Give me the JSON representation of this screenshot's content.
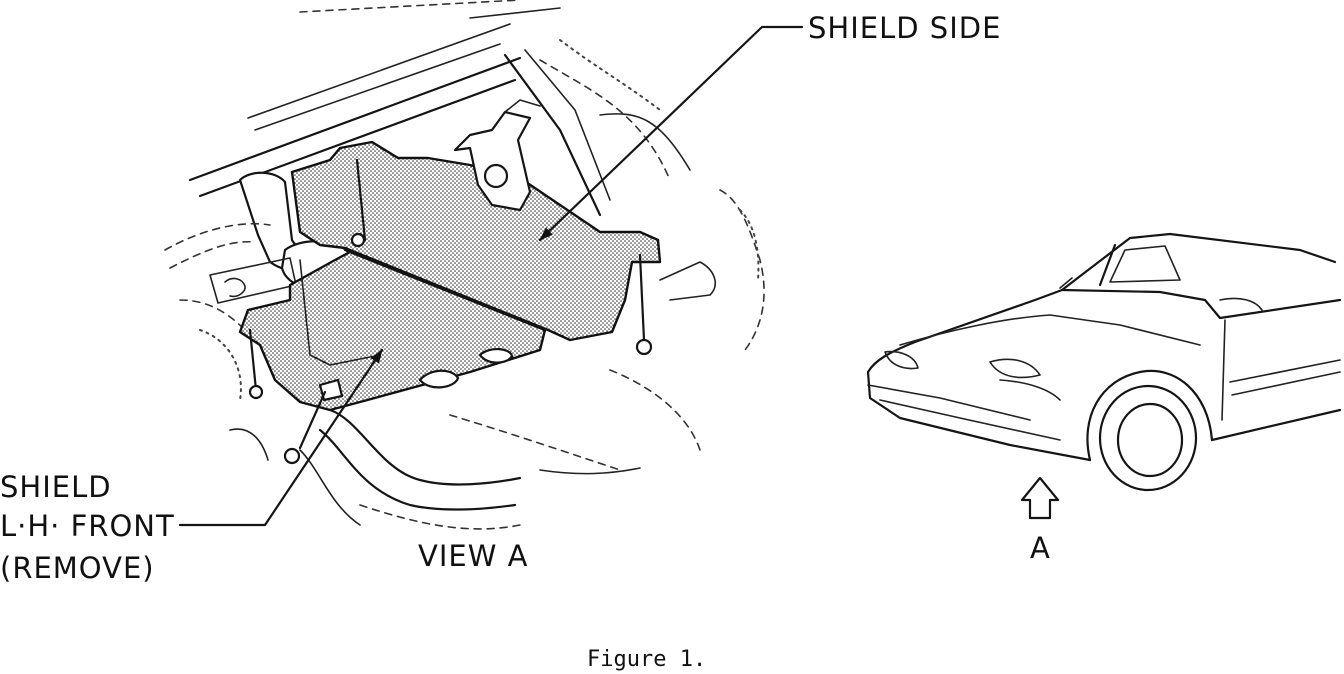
{
  "labels": {
    "shield_side": "SHIELD SIDE",
    "shield_lh_front": [
      "SHIELD",
      "L·H· FRONT",
      "(REMOVE)"
    ],
    "view": "VIEW A",
    "view_marker": "A"
  },
  "caption": "Figure 1."
}
